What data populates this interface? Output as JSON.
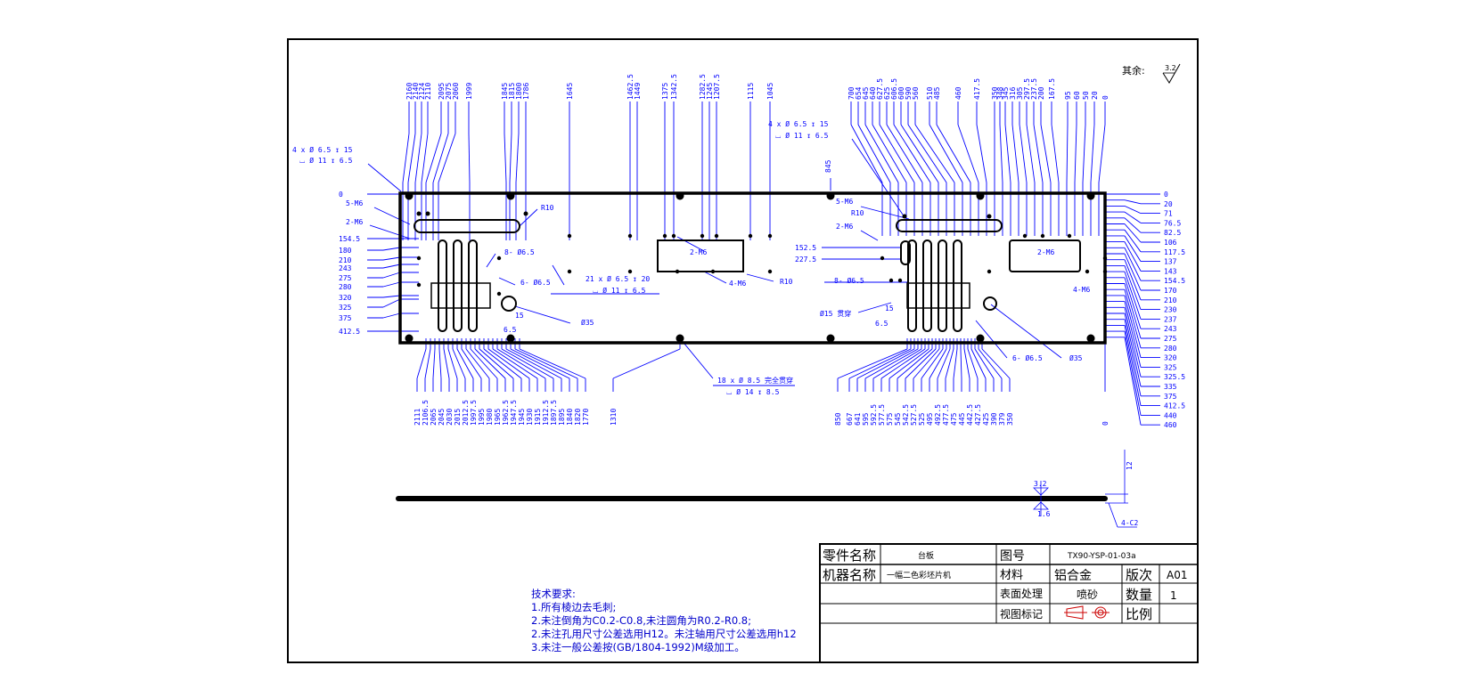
{
  "roughness_note": {
    "label": "其余:",
    "value": "3.2"
  },
  "top_dims_left": [
    "2160",
    "2140",
    "2124",
    "2110",
    "2095",
    "2075",
    "2060",
    "1999",
    "1845",
    "1815",
    "1800",
    "1786",
    "1645",
    "1462.5",
    "1449",
    "1375",
    "1342.5",
    "1282.5",
    "1245",
    "1207.5",
    "1115",
    "1045"
  ],
  "top_dims_right": [
    "700",
    "654",
    "645",
    "640",
    "627.5",
    "625",
    "606.5",
    "600",
    "590",
    "560",
    "510",
    "485",
    "460",
    "417.5",
    "350",
    "348",
    "345",
    "316",
    "305",
    "297.5",
    "237.5",
    "200",
    "167.5",
    "95",
    "60",
    "50",
    "20",
    "0"
  ],
  "bottom_dims_left": [
    "2111",
    "2106.5",
    "2065",
    "2045",
    "2030",
    "2015",
    "2012.5",
    "1997.5",
    "1995",
    "1980",
    "1965",
    "1962.5",
    "1947.5",
    "1945",
    "1930",
    "1915",
    "1912.5",
    "1897.5",
    "1895",
    "1840",
    "1820",
    "1770",
    "1310"
  ],
  "bottom_dims_right": [
    "850",
    "667",
    "641",
    "595",
    "592.5",
    "577.5",
    "575",
    "545",
    "542.5",
    "527.5",
    "525",
    "495",
    "492.5",
    "477.5",
    "475",
    "445",
    "442.5",
    "427.5",
    "425",
    "390",
    "379",
    "350",
    "0"
  ],
  "left_dims": [
    "0",
    "154.5",
    "180",
    "210",
    "243",
    "275",
    "280",
    "320",
    "325",
    "375",
    "412.5"
  ],
  "right_dims": [
    "0",
    "20",
    "71",
    "76.5",
    "82.5",
    "106",
    "117.5",
    "137",
    "143",
    "154.5",
    "170",
    "210",
    "230",
    "237",
    "243",
    "275",
    "280",
    "320",
    "325",
    "325.5",
    "335",
    "375",
    "412.5",
    "440",
    "460"
  ],
  "middle_left_dims": [
    "152.5",
    "227.5"
  ],
  "vertical_label_845": "845",
  "callouts": {
    "hole_left_a": "4 x  Ø 6.5  ↧ 15",
    "hole_left_b": "⌴ Ø 11  ↧ 6.5",
    "hole_right_a": "4 x  Ø 6.5  ↧ 15",
    "hole_right_b": "⌴ Ø 11  ↧ 6.5",
    "m6_5_left": "5-M6",
    "m6_2_left": "2-M6",
    "m6_5_right": "5-M6",
    "m6_2_right": "2-M6",
    "r10_left": "R10",
    "r10_right": "R10",
    "r10_mid": "R10",
    "d65_8_left": "8- Ø6.5",
    "d65_6_left": "6- Ø6.5",
    "d65_8_right": "8- Ø6.5",
    "d65_6_right": "6- Ø6.5",
    "holes21_a": "21 x  Ø 6.5  ↧ 20",
    "holes21_b": "⌴ Ø 11  ↧ 6.5",
    "pocket_2m6": "2-M6",
    "pocket_4m6": "4-M6",
    "pocket_2m6_right": "2-M6",
    "pocket_4m6_right": "4-M6",
    "d35_left": "Ø35",
    "d35_right": "Ø35",
    "d15_through": "Ø15 贯穿",
    "dim15_left": "15",
    "dim65_left": "6.5",
    "dim15_right": "15",
    "dim65_right": "6.5",
    "holes18_a": "18 x  Ø 8.5  完全贯穿",
    "holes18_b": "⌴ Ø 14  ↧ 8.5"
  },
  "side_view": {
    "thickness": "12",
    "chamfer": "4-C2",
    "roughness_top": "3.2",
    "roughness_bottom": "1.6"
  },
  "requirements": {
    "title": "技术要求:",
    "items": [
      "1.所有棱边去毛刺;",
      "2.未注倒角为C0.2-C0.8,未注圆角为R0.2-R0.8;",
      "2.未注孔用尺寸公差选用H12。未注轴用尺寸公差选用h12",
      "3.未注一般公差按(GB/1804-1992)M级加工。"
    ]
  },
  "title_block": {
    "part_name_label": "零件名称",
    "part_name_value": "台板",
    "drawing_no_label": "图号",
    "drawing_no_value": "TX90-YSP-01-03a",
    "machine_name_label": "机器名称",
    "machine_name_value": "一幅二色彩坯片机",
    "material_label": "材料",
    "material_value": "铝合金",
    "version_label": "版次",
    "version_value": "A01",
    "surface_label": "表面处理",
    "surface_value": "喷砂",
    "qty_label": "数量",
    "qty_value": "1",
    "view_label": "视图标记",
    "scale_label": "比例",
    "scale_value": ""
  },
  "colors": {
    "line": "#0000ff",
    "outline": "#000000",
    "frame": "#000000"
  }
}
